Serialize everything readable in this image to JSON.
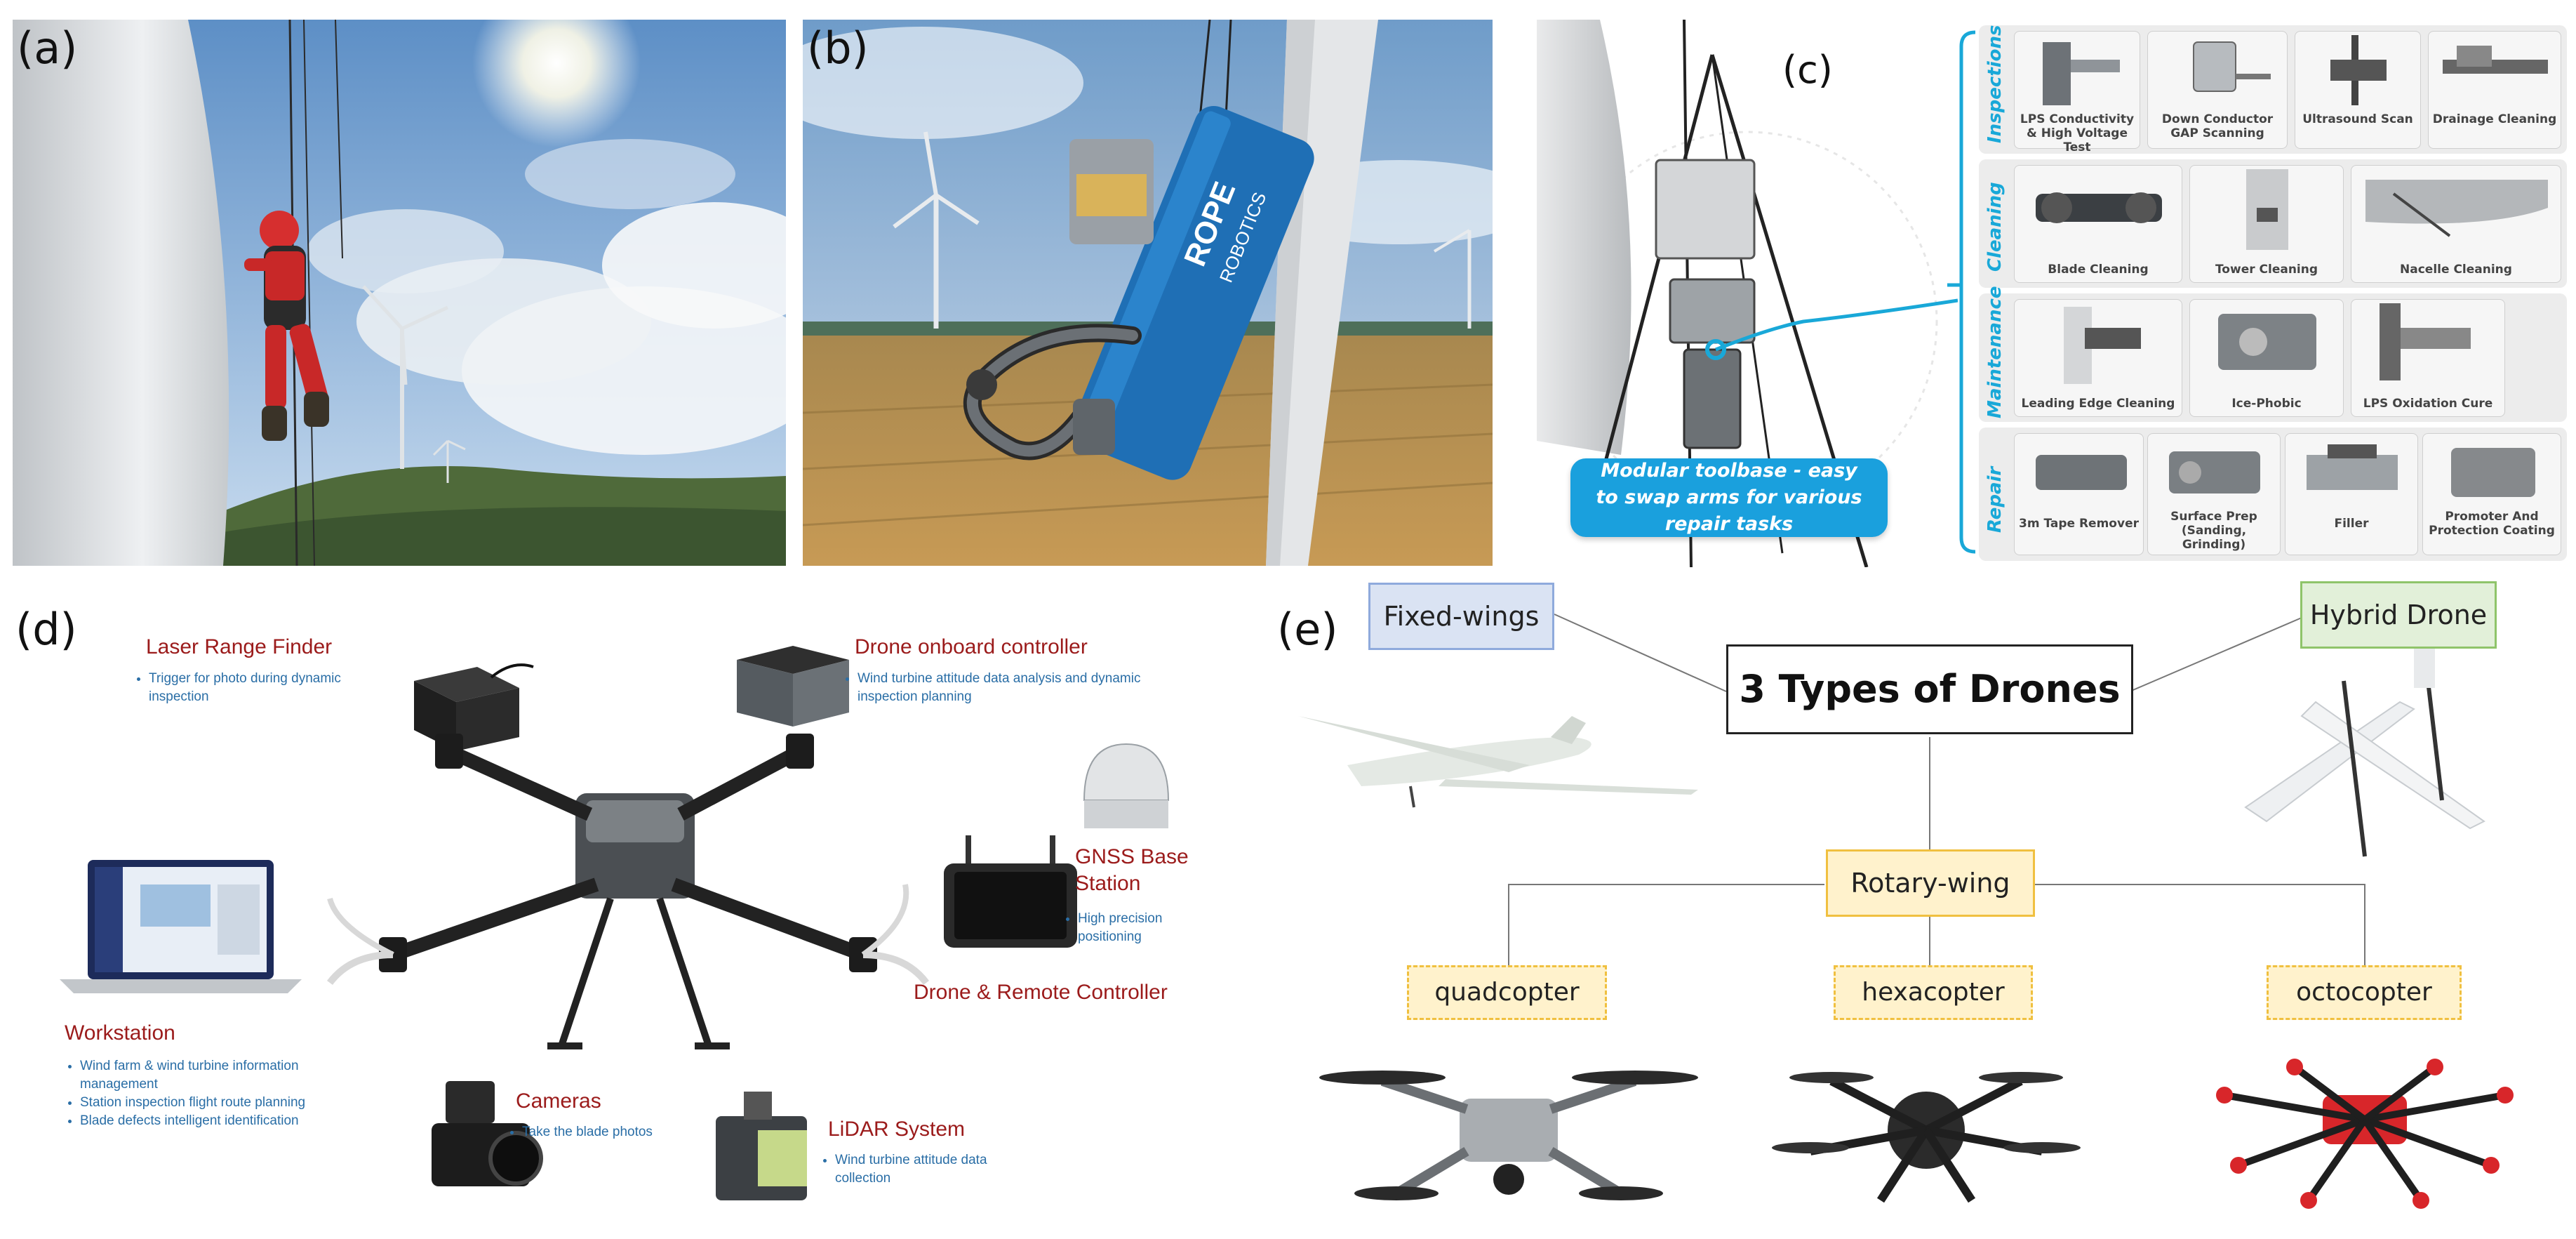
{
  "panels": {
    "a": {
      "label": "(a)"
    },
    "b": {
      "label": "(b)",
      "brand_top": "ROPE",
      "brand_bottom": "ROBOTICS"
    },
    "c": {
      "label": "(c)",
      "callout": "Modular toolbase - easy to swap arms for various repair tasks",
      "categories": [
        {
          "name": "Inspections",
          "tools": [
            "LPS Conductivity & High Voltage Test",
            "Down Conductor GAP Scanning",
            "Ultrasound Scan",
            "Drainage Cleaning"
          ]
        },
        {
          "name": "Cleaning",
          "tools": [
            "Blade Cleaning",
            "Tower Cleaning",
            "Nacelle Cleaning"
          ]
        },
        {
          "name": "Maintenance",
          "tools": [
            "Leading Edge Cleaning",
            "Ice-Phobic",
            "LPS Oxidation Cure"
          ]
        },
        {
          "name": "Repair",
          "tools": [
            "3m Tape Remover",
            "Surface Prep (Sanding, Grinding)",
            "Filler",
            "Promoter And Protection Coating"
          ]
        }
      ]
    },
    "d": {
      "label": "(d)",
      "laser": {
        "title": "Laser Range Finder",
        "bullets": [
          "Trigger for photo during dynamic inspection"
        ]
      },
      "onboard": {
        "title": "Drone onboard controller",
        "bullets": [
          "Wind turbine attitude data analysis and dynamic inspection planning"
        ]
      },
      "gnss": {
        "title": "GNSS Base Station",
        "bullets": [
          "High precision positioning"
        ]
      },
      "remote": {
        "title": "Drone & Remote Controller"
      },
      "workstation": {
        "title": "Workstation",
        "bullets": [
          "Wind farm & wind turbine information management",
          "Station inspection flight route planning",
          "Blade defects intelligent identification"
        ]
      },
      "cameras": {
        "title": "Cameras",
        "bullets": [
          "Take the blade photos"
        ]
      },
      "lidar": {
        "title": "LiDAR System",
        "bullets": [
          "Wind turbine attitude data collection"
        ]
      }
    },
    "e": {
      "label": "(e)",
      "root": "3 Types of Drones",
      "fixed": "Fixed-wings",
      "hybrid": "Hybrid Drone",
      "rotary": "Rotary-wing",
      "quad": "quadcopter",
      "hexa": "hexacopter",
      "octo": "octocopter"
    }
  },
  "colors": {
    "sky": "#8fb6dc",
    "field": "#b98d4a",
    "robot_blue": "#1f6fb5",
    "accent_cyan": "#19a8d8",
    "title_red": "#9b1b1b",
    "bullet_blue": "#2a6ea6",
    "fixed_fill": "#dae3f3",
    "fixed_border": "#8faadc",
    "hybrid_fill": "#e2f0d9",
    "hybrid_border": "#8fc46a",
    "rotary_fill": "#fff2cc",
    "rotary_border": "#f0c040"
  }
}
